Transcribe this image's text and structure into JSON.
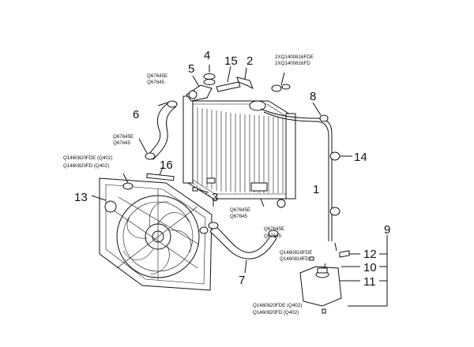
{
  "callouts": {
    "c1": "1",
    "c2": "2",
    "c3": "3",
    "c4": "4",
    "c5": "5",
    "c6": "6",
    "c7": "7",
    "c8": "8",
    "c9": "9",
    "c10": "10",
    "c11": "11",
    "c12": "12",
    "c13": "13",
    "c14": "14",
    "c15": "15",
    "c16": "16"
  },
  "codes": {
    "hose_top_a": "Q67645E",
    "hose_top_b": "Q67645",
    "hose_lower_a": "Q67645E",
    "hose_lower_b": "Q67645",
    "cap_a": "2XQ1400816FDE",
    "cap_b": "2XQ1400816FD",
    "fan_bolt_a": "Q1460820FDE (Q402)",
    "fan_bolt_b": "Q1460820FD (Q402)",
    "hose7_top_a": "Q67645E",
    "hose7_top_b": "Q67645",
    "hose7_end_a": "Q67645E",
    "hose7_end_b": "Q67645",
    "tank_bolt_a": "Q1460816FDE",
    "tank_bolt_b": "Q1460816FD",
    "tank_bottom_a": "Q1460820FDE (Q402)",
    "tank_bottom_b": "Q1460820FD (Q402)"
  }
}
